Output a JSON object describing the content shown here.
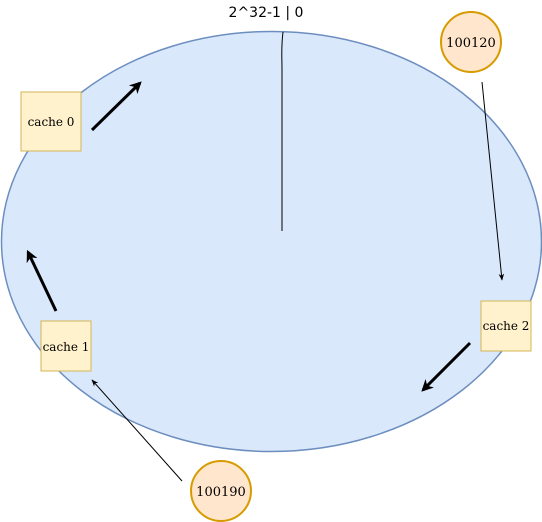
{
  "diagram": {
    "top_label": "2^32-1 | 0",
    "ring": {
      "fill": "#dae8fc",
      "stroke": "#6c8ebf"
    },
    "caches": [
      {
        "id": "cache0",
        "label": "cache 0"
      },
      {
        "id": "cache1",
        "label": "cache 1"
      },
      {
        "id": "cache2",
        "label": "cache 2"
      }
    ],
    "cache_style": {
      "fill": "#fff2cc",
      "stroke": "#d6b656"
    },
    "keys": [
      {
        "id": "key100120",
        "label": "100120"
      },
      {
        "id": "key100190",
        "label": "100190"
      }
    ],
    "key_style": {
      "fill": "#ffe6cc",
      "stroke": "#d79b00"
    }
  }
}
